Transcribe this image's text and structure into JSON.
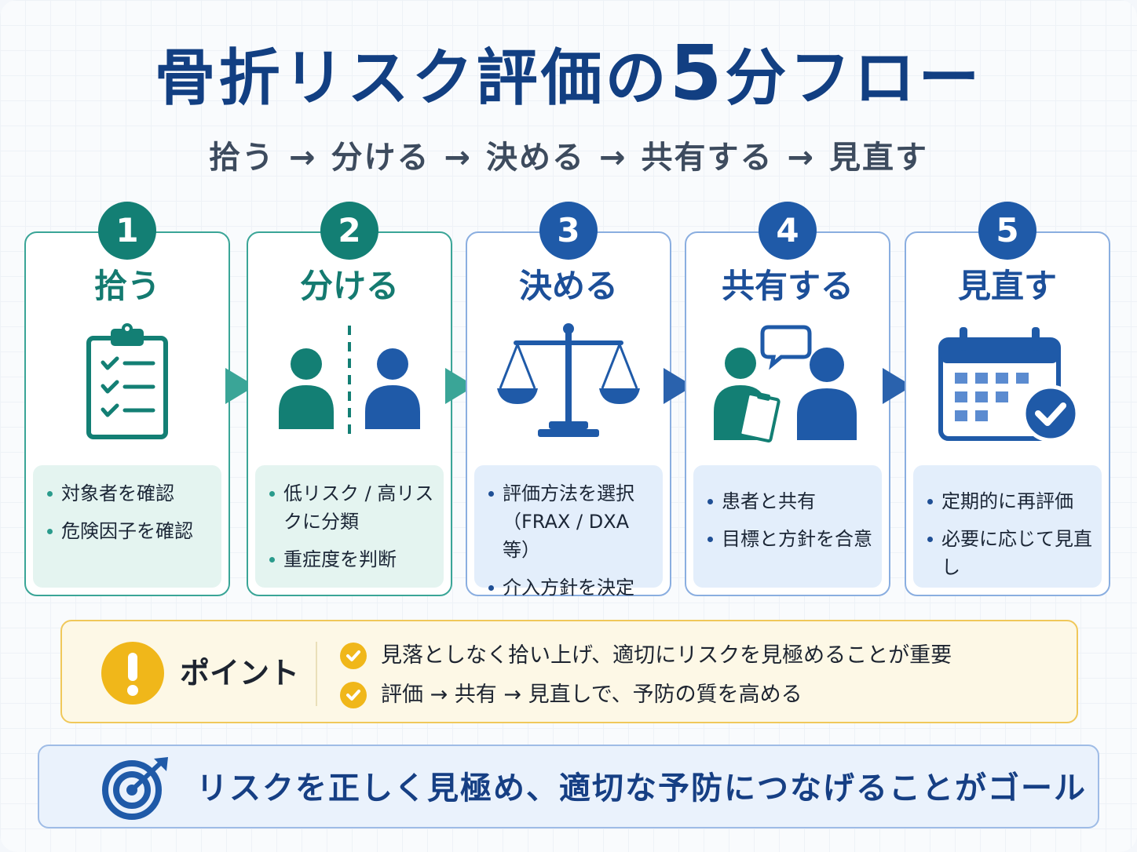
{
  "title": {
    "main": "骨折リスク評価の",
    "number": "5",
    "suffix": "分フロー"
  },
  "subtitle": {
    "steps": [
      "拾う",
      "分ける",
      "決める",
      "共有する",
      "見直す"
    ],
    "arrow": "→"
  },
  "colors": {
    "teal": "#137f74",
    "blue": "#1f5aa8",
    "title": "#123f82",
    "accent_yellow": "#f0b71a"
  },
  "steps": [
    {
      "number": "1",
      "title": "拾う",
      "icon": "clipboard-checklist-icon",
      "notes": [
        "対象者を確認",
        "危険因子を確認"
      ]
    },
    {
      "number": "2",
      "title": "分ける",
      "icon": "two-people-divided-icon",
      "notes": [
        "低リスク / 高リスクに分類",
        "重症度を判断"
      ]
    },
    {
      "number": "3",
      "title": "決める",
      "icon": "balance-scale-icon",
      "notes": [
        "評価方法を選択（FRAX / DXA 等）",
        "介入方針を決定"
      ]
    },
    {
      "number": "4",
      "title": "共有する",
      "icon": "people-sharing-icon",
      "notes": [
        "患者と共有",
        "目標と方針を合意"
      ]
    },
    {
      "number": "5",
      "title": "見直す",
      "icon": "calendar-check-icon",
      "notes": [
        "定期的に再評価",
        "必要に応じて見直し"
      ]
    }
  ],
  "point": {
    "label": "ポイント",
    "items": [
      "見落としなく拾い上げ、適切にリスクを見極めることが重要",
      "評価 → 共有 → 見直しで、予防の質を高める"
    ]
  },
  "goal": {
    "text": "リスクを正しく見極め、適切な予防につなげることがゴール",
    "icon": "target-icon"
  }
}
